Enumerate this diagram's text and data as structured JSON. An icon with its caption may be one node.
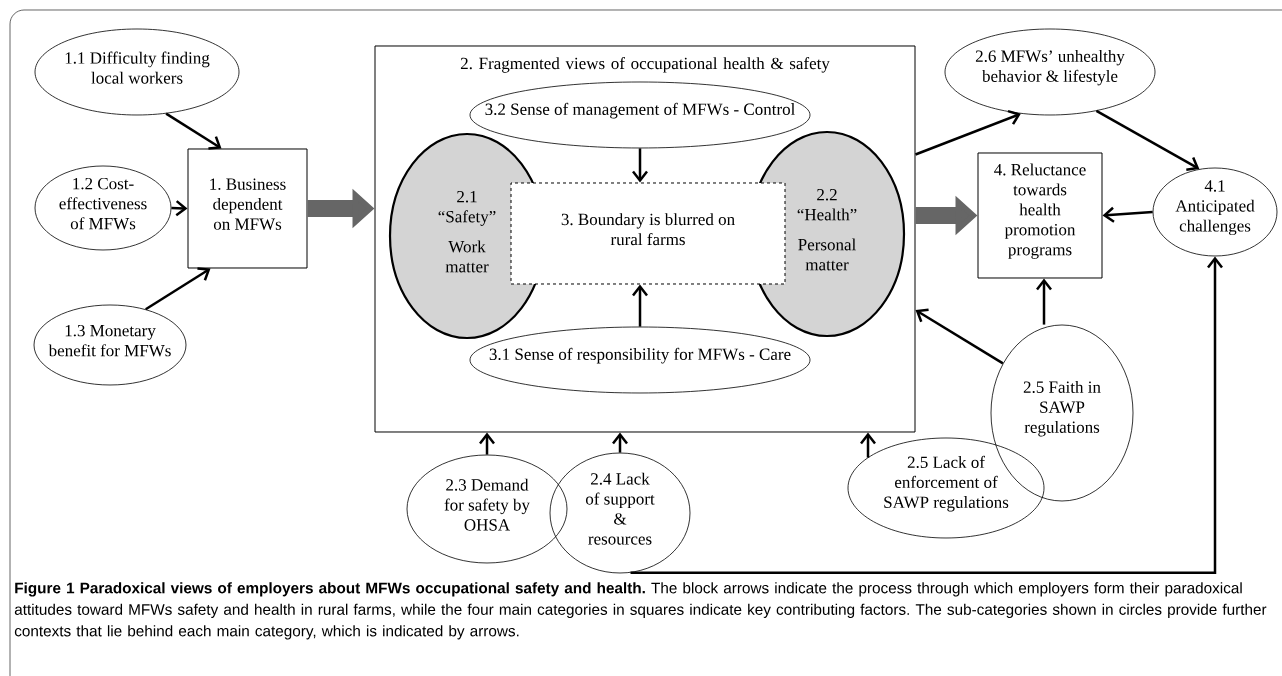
{
  "diagram": {
    "caption": "**Figure 1 Paradoxical views of employers about MFWs occupational safety and health.** The block arrows indicate the process through which employers form their paradoxical attitudes toward MFWs safety and health in rural farms, while the four main categories in squares indicate key contributing factors. The sub-categories shown in circles provide further contexts that lie behind each main category, which is indicated by arrows.",
    "nodes": [
      {
        "text": [
          "1.1 Difficulty finding local workers"
        ]
      },
      {
        "text": [
          "1.2 Cost-effectiveness of MFWs"
        ]
      },
      {
        "text": [
          "1.3 Monetary benefit for MFWs"
        ]
      },
      {
        "text": [
          "1. Business dependent on MFWs"
        ]
      },
      {
        "text": [
          "2. Fragmented views of occupational health & safety"
        ]
      },
      {
        "text": [
          "3.2 Sense of management of MFWs - Control"
        ],
        "in": 4
      },
      {
        "text": [
          "2.1 “Safety”",
          "Work matter"
        ],
        "in": 4
      },
      {
        "text": [
          "2.2 “Health”",
          "Personal matter"
        ],
        "in": 4
      },
      {
        "text": [
          "3. Boundary is blurred on rural farms"
        ],
        "in": 4
      },
      {
        "text": [
          "3.1 Sense of responsibility for MFWs - Care"
        ],
        "in": 4
      },
      {
        "text": [
          "2.6 MFWs’ unhealthy behavior & lifestyle"
        ]
      },
      {
        "text": [
          "4. Reluctance towards health promotion programs"
        ]
      },
      {
        "text": [
          "4.1 Anticipated challenges"
        ]
      },
      {
        "text": [
          "2.5 Faith in SAWP regulations"
        ]
      },
      {
        "text": [
          "2.5 Lack of enforcement of SAWP regulations"
        ]
      },
      {
        "text": [
          "2.3 Demand for safety by OHSA"
        ]
      },
      {
        "text": [
          "2.4 Lack of support & resources"
        ]
      }
    ],
    "edges": [
      {
        "from": 0,
        "to": 3,
        "arrow": "to"
      },
      {
        "from": 1,
        "to": 3,
        "arrow": "to"
      },
      {
        "from": 2,
        "to": 3,
        "arrow": "to"
      },
      {
        "from": 3,
        "to": 4,
        "arrow": "to",
        "style": "thick",
        "color": "#666666"
      },
      {
        "from": 5,
        "to": 8,
        "arrow": "to"
      },
      {
        "from": 9,
        "to": 8,
        "arrow": "to"
      },
      {
        "from": 4,
        "to": 10,
        "arrow": "to"
      },
      {
        "from": 4,
        "to": 11,
        "arrow": "to",
        "style": "thick",
        "color": "#666666"
      },
      {
        "from": 10,
        "to": 12,
        "arrow": "to"
      },
      {
        "from": 12,
        "to": 11,
        "arrow": "to"
      },
      {
        "from": 13,
        "to": 11,
        "arrow": "to"
      },
      {
        "from": 13,
        "to": 4,
        "arrow": "to"
      },
      {
        "from": 15,
        "to": 4,
        "arrow": "to"
      },
      {
        "from": 16,
        "to": 4,
        "arrow": "to"
      },
      {
        "from": 14,
        "to": 4,
        "arrow": "to"
      },
      {
        "from": 16,
        "to": 12,
        "arrow": "to"
      }
    ]
  }
}
